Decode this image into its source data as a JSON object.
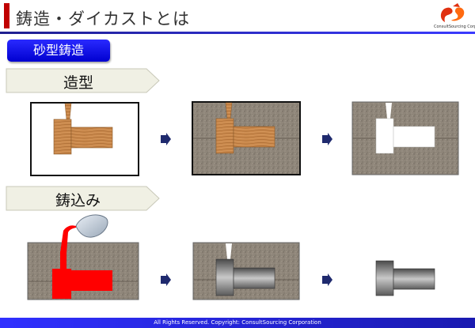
{
  "header": {
    "title": "鋳造・ダイカストとは"
  },
  "logo": {
    "text": "ConsultSourcing Corp."
  },
  "section_tag": {
    "label": "砂型鋳造"
  },
  "steps": [
    {
      "label": "造型"
    },
    {
      "label": "鋳込み"
    }
  ],
  "colors": {
    "accent_red": "#c00000",
    "header_blue": "#2a2aff",
    "sand": "#8d8478",
    "wood": "#c8874a",
    "molten": "#ff0000",
    "metal": "#8a8a8a"
  },
  "footer": {
    "text": "All Rights Reserved. Copyright: ConsultSourcing Corporation"
  }
}
